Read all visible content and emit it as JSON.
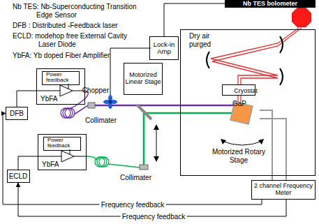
{
  "diagram": {
    "nodes": [
      {
        "text": [
          "Nb TES bolometer"
        ]
      },
      {
        "text": [
          "Lock-in Amp"
        ]
      },
      {
        "text": [
          "DFB"
        ]
      },
      {
        "text": [
          "YbFA"
        ]
      },
      {
        "text": [
          "Power feedback"
        ],
        "in": 3
      },
      {
        "text": [
          "Motorized Linear Stage"
        ]
      },
      {
        "text": [
          "Dry air purged"
        ]
      },
      {
        "text": [
          "Cryostat"
        ],
        "in": 6
      },
      {
        "text": [
          "GaP"
        ],
        "in": 6
      },
      {
        "text": [
          "ECLD"
        ]
      },
      {
        "text": [
          "YbFA"
        ]
      },
      {
        "text": [
          "Power feedback"
        ],
        "in": 10
      },
      {
        "text": [
          "2 channel Frequency Meter"
        ]
      }
    ],
    "edges": [
      {
        "from": 0,
        "to": 1,
        "arrow": "none"
      },
      {
        "from": 2,
        "to": 3,
        "arrow": "none"
      },
      {
        "from": 9,
        "to": 10,
        "arrow": "none"
      },
      {
        "from": 12,
        "to": 2,
        "label": "Frequency feedback",
        "arrow": "to"
      },
      {
        "from": 12,
        "to": 9,
        "label": "Frequency feedback",
        "arrow": "to"
      },
      {
        "from": 8,
        "to": 12,
        "arrow": "none"
      },
      {
        "from": 8,
        "to": 12,
        "arrow": "none"
      }
    ],
    "labels": [
      "Nb TES: Nb-Superconducting Transition Edge Sensor",
      "DFB : Distributed -Feedback laser",
      "ECLD: modehop free External Cavity Laser Diode",
      "YbFA: Yb doped Fiber Amplifier",
      "Chopper",
      "Collimater",
      "Collimater",
      "Motorized Rotary Stage"
    ]
  }
}
